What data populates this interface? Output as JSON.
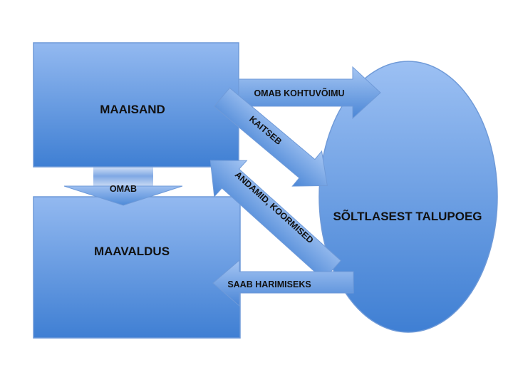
{
  "diagram": {
    "nodes": {
      "maaisand": "MAAISAND",
      "maavaldus": "MAAVALDUS",
      "talupoeg": "SÕLTLASEST TALUPOEG"
    },
    "edges": {
      "omab": "OMAB",
      "omab_kohtuvoimu": "OMAB KOHTUVÕIMU",
      "kaitseb": "KAITSEB",
      "andamid": "ANDAMID, KOORMISED",
      "saab_harimiseks": "SAAB HARIMISEKS"
    }
  },
  "colors": {
    "fill_light": "#8db4ee",
    "fill_dark": "#3f7fd3",
    "stroke": "#6f9ad8",
    "text": "#111111"
  }
}
